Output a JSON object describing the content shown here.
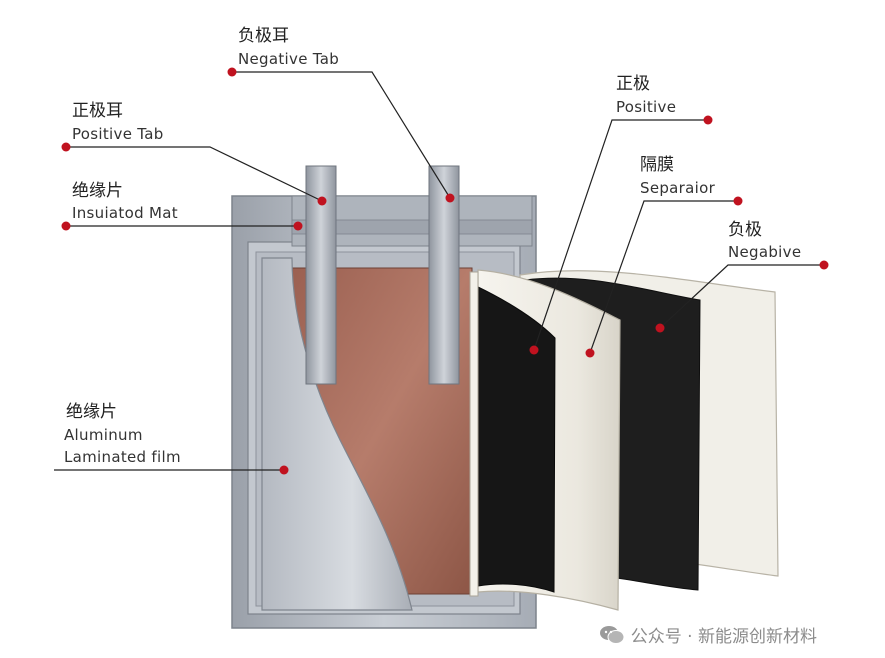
{
  "labels": {
    "negative_tab": {
      "zh": "负极耳",
      "en": "Negative Tab"
    },
    "positive_tab": {
      "zh": "正极耳",
      "en": "Positive Tab"
    },
    "insulated_mat": {
      "zh": "绝缘片",
      "en": "Insuiatod Mat"
    },
    "aluminum_film": {
      "zh": "绝缘片",
      "en1": "Aluminum",
      "en2": "Laminated film"
    },
    "positive": {
      "zh": "正极",
      "en": "Positive"
    },
    "separator": {
      "zh": "隔膜",
      "en": "Separaior"
    },
    "negative": {
      "zh": "负极",
      "en": "Negabive"
    }
  },
  "watermark": "公众号 · 新能源创新材料",
  "colors": {
    "leader_dot": "#c0121f",
    "casing": "#b9bec6",
    "cell_core": "#a86e5c",
    "separator": "#efede6",
    "electrode_dark": "#1c1c1c"
  }
}
